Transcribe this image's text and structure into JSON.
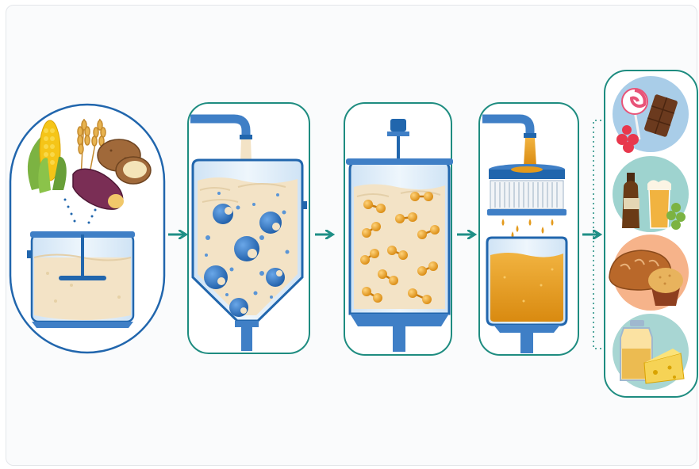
{
  "diagram": {
    "kind": "starch-to-sugar-processing-flow",
    "stages": [
      {
        "id": "raw-starch-sources",
        "icons": [
          "corn-icon",
          "wheat-icon",
          "potato-icon",
          "sweet-potato-icon"
        ],
        "vessel": "slurry-mixing-tank"
      },
      {
        "id": "liquefaction",
        "icons": [
          "enzyme-icon",
          "bubble-icon"
        ],
        "vessel": "liquefaction-tank"
      },
      {
        "id": "saccharification",
        "icons": [
          "glucose-chain-icon",
          "agitator-icon"
        ],
        "vessel": "saccharification-tank"
      },
      {
        "id": "filtration",
        "icons": [
          "filter-icon",
          "syrup-drop-icon"
        ],
        "vessel": "syrup-filtration-tank"
      },
      {
        "id": "end-products",
        "icons": [
          "candy-chocolate-icon",
          "beer-icon",
          "bread-muffin-icon",
          "cheese-jar-icon"
        ]
      }
    ],
    "connectors": [
      "arrow-right",
      "arrow-right",
      "arrow-right",
      "arrow-right"
    ],
    "colors": {
      "outline_teal": "#1e8c80",
      "outline_blue": "#2166ad",
      "vessel_blue": "#3f7fc6",
      "slurry_cream": "#f3e3c6",
      "syrup_amber": "#e49a1c",
      "arrow_teal": "#1f8f86"
    }
  }
}
